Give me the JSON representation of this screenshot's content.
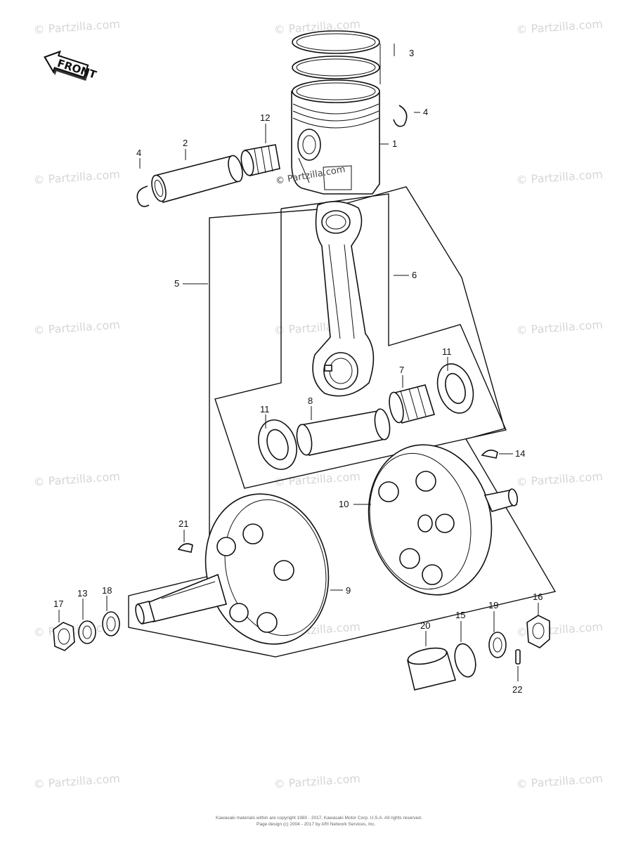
{
  "front_label": "FRONT",
  "watermark": "© Partzilla.com",
  "center_watermark": "© Partzilla.com",
  "footer": {
    "line1": "Kawasaki materials within are copyright 1980 - 2017, Kawasaki Motor Corp. U.S.A. All rights reserved.",
    "line2": "Page design (c) 2004 - 2017 by ARI Network Services, Inc."
  },
  "callouts": {
    "n1": "1",
    "n2": "2",
    "n3": "3",
    "n4a": "4",
    "n4b": "4",
    "n5": "5",
    "n6": "6",
    "n7": "7",
    "n8": "8",
    "n9": "9",
    "n10": "10",
    "n11a": "11",
    "n11b": "11",
    "n12": "12",
    "n13": "13",
    "n14": "14",
    "n15": "15",
    "n16": "16",
    "n17": "17",
    "n18": "18",
    "n19": "19",
    "n20": "20",
    "n21": "21",
    "n22": "22"
  }
}
